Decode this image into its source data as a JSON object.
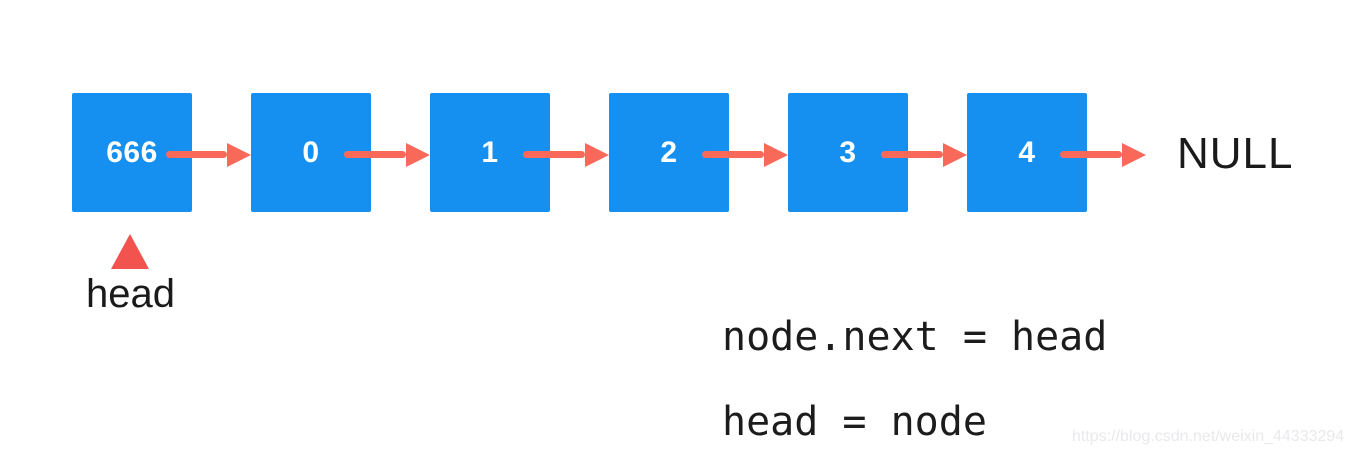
{
  "diagram": {
    "nodes": [
      {
        "value": "666"
      },
      {
        "value": "0"
      },
      {
        "value": "1"
      },
      {
        "value": "2"
      },
      {
        "value": "3"
      },
      {
        "value": "4"
      }
    ],
    "null_label": "NULL",
    "head_label": "head"
  },
  "code": {
    "line1": "node.next = head",
    "line2": "head = node"
  },
  "watermark": {
    "text": "https://blog.csdn.net/weixin_44333294"
  },
  "colors": {
    "background": "#FFFFFF",
    "node_fill": "#1590F0",
    "node_text": "#FFFFFF",
    "arrow": "#F8695A",
    "head_pointer": "#F2534F",
    "watermark_text": "#E9E9EC"
  }
}
